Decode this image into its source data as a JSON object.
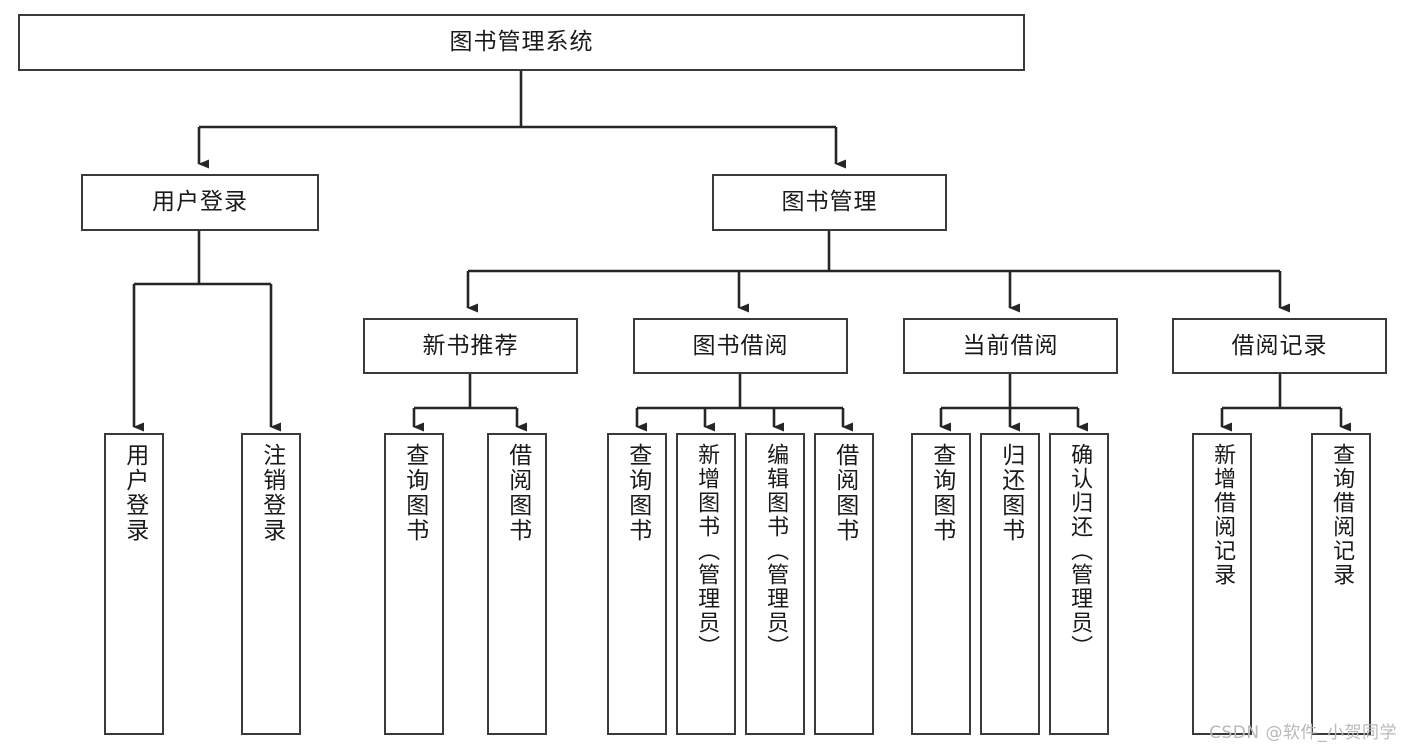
{
  "diagram": {
    "title": "图书管理系统",
    "type": "hierarchy-tree",
    "watermark": "CSDN @软件_小贺同学",
    "colors": {
      "border": "#3a3a3a",
      "background": "#ffffff",
      "text": "#1a1a1a",
      "edge": "#262626",
      "watermark": "#b9b9b9"
    },
    "nodes": {
      "root": {
        "label": "图书管理系统"
      },
      "level1": [
        {
          "id": "user-login",
          "label": "用户登录"
        },
        {
          "id": "book-manage",
          "label": "图书管理"
        }
      ],
      "level2": [
        {
          "id": "new-book-recommend",
          "label": "新书推荐"
        },
        {
          "id": "book-borrow",
          "label": "图书借阅"
        },
        {
          "id": "current-borrow",
          "label": "当前借阅"
        },
        {
          "id": "borrow-record",
          "label": "借阅记录"
        }
      ],
      "leaves": {
        "user_login": [
          {
            "id": "leaf-user-login",
            "label": "用户登录"
          },
          {
            "id": "leaf-logout-login",
            "label": "注销登录"
          }
        ],
        "new_book_recommend": [
          {
            "id": "leaf-query-book-1",
            "label": "查询图书"
          },
          {
            "id": "leaf-borrow-book-1",
            "label": "借阅图书"
          }
        ],
        "book_borrow": [
          {
            "id": "leaf-query-book-2",
            "label": "查询图书"
          },
          {
            "id": "leaf-add-book",
            "label": "新增图书（管理员）"
          },
          {
            "id": "leaf-edit-book",
            "label": "编辑图书（管理员）"
          },
          {
            "id": "leaf-borrow-book-2",
            "label": "借阅图书"
          }
        ],
        "current_borrow": [
          {
            "id": "leaf-query-book-3",
            "label": "查询图书"
          },
          {
            "id": "leaf-return-book",
            "label": "归还图书"
          },
          {
            "id": "leaf-confirm-return",
            "label": "确认归还（管理员）"
          }
        ],
        "borrow_record": [
          {
            "id": "leaf-add-record",
            "label": "新增借阅记录"
          },
          {
            "id": "leaf-query-record",
            "label": "查询借阅记录"
          }
        ]
      }
    }
  }
}
